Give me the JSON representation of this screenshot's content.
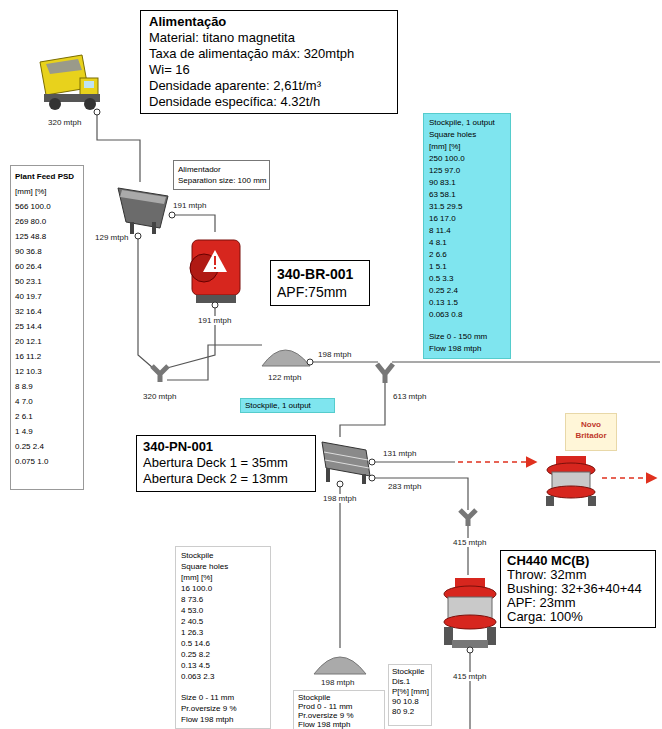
{
  "diagram": {
    "nodes": [
      {
        "text": [
          "Alimentação",
          "Material: titano magnetita",
          "Taxa de alimentação máx: 320mtph",
          "Wi= 16",
          "Densidade aparente: 2,61t/m³",
          "Densidade específica: 4.32t/h"
        ]
      },
      {
        "text": [
          "Plant Feed PSD",
          "[mm] [%]",
          "566 100.0",
          "269 80.0",
          "125 48.8",
          "90 36.8",
          "60 26.4",
          "50 23.1",
          "40 19.7",
          "32 16.4",
          "25 14.4",
          "20 12.1",
          "16 11.2",
          "12 10.3",
          "8 8.9",
          "4 7.0",
          "2 6.1",
          "1 4.9",
          "0.25 2.4",
          "0.075 1.0"
        ]
      },
      {
        "text": [
          "Alimentador",
          "Separation size: 100 mm"
        ]
      },
      {
        "text": [
          "340-BR-001",
          "APF:75mm"
        ]
      },
      {
        "text": [
          "Stockpile, 1 output",
          "Square holes",
          "[mm] [%]",
          "250 100.0",
          "125 97.0",
          "90 83.1",
          "63 58.1",
          "31.5 29.5",
          "16 17.0",
          "8 11.4",
          "4 8.1",
          "2 6.6",
          "1 5.1",
          "0.5 3.3",
          "0.25 2.4",
          "0.13 1.5",
          "0.063 0.8",
          "Size 0 - 150 mm",
          "Flow 198 mtph"
        ]
      },
      {
        "text": [
          "Stockpile, 1 output"
        ]
      },
      {
        "text": [
          "340-PN-001",
          "Abertura Deck 1 = 35mm",
          "Abertura Deck 2 = 13mm"
        ]
      },
      {
        "text": [
          "Novo Britador"
        ]
      },
      {
        "text": [
          "CH440 MC(B)",
          "Throw: 32mm",
          "Bushing: 32+36+40+44",
          "APF: 23mm",
          "Carga: 100%"
        ]
      },
      {
        "text": [
          "Stockpile",
          "Square holes",
          "[mm] [%]",
          "16 100.0",
          "8 73.6",
          "4 53.0",
          "2 40.5",
          "1 26.3",
          "0.5 14.6",
          "0.25 8.2",
          "0.13 4.5",
          "0.063 2.3",
          "Size 0 - 11 mm",
          "Pr.oversize 9 %",
          "Flow 198 mtph"
        ]
      },
      {
        "text": [
          "Stockpile",
          "Prod 0 - 11 mm",
          "Pr.oversize 9 %",
          "Flow 198 mtph"
        ]
      },
      {
        "text": [
          "Stockpile",
          "Dis.1",
          "P[%] [mm]",
          "90 10.8",
          "80 9.2"
        ]
      }
    ],
    "labels": [
      "320 mtph",
      "129 mtph",
      "191 mtph",
      "191 mtph",
      "320 mtph",
      "122 mtph",
      "198 mtph",
      "613 mtph",
      "131 mtph",
      "283 mtph",
      "198 mtph",
      "415 mtph",
      "415 mtph",
      "198 mtph"
    ]
  }
}
